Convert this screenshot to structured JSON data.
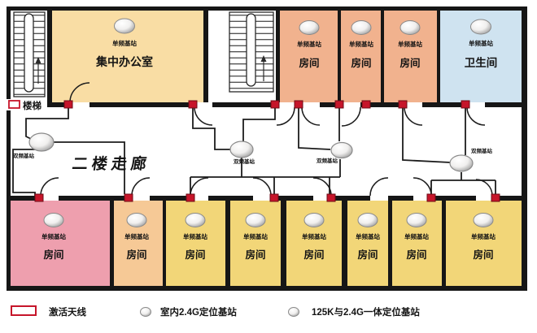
{
  "colors": {
    "wall": "#161616",
    "accent_red": "#c6152a",
    "office_fill": "#f9dda4",
    "orange_room_fill": "#f1b28e",
    "bathroom_fill": "#cfe3f0",
    "pink_room_fill": "#ee9fae",
    "tan_room_fill": "#f6c996",
    "yellow_room_fill": "#f2d678"
  },
  "plan": {
    "stairs_label": "楼梯",
    "corridor_label": "二楼走廊",
    "top_rooms": [
      {
        "name": "集中办公室",
        "station": "单频基站"
      },
      {
        "name": "房间",
        "station": "单频基站"
      },
      {
        "name": "房间",
        "station": "单频基站"
      },
      {
        "name": "房间",
        "station": "单频基站"
      },
      {
        "name": "卫生间",
        "station": "单频基站"
      }
    ],
    "bottom_rooms": [
      {
        "name": "房间",
        "station": "单频基站"
      },
      {
        "name": "房间",
        "station": "单频基站"
      },
      {
        "name": "房间",
        "station": "单频基站"
      },
      {
        "name": "房间",
        "station": "单频基站"
      },
      {
        "name": "房间",
        "station": "单频基站"
      },
      {
        "name": "房间",
        "station": "单频基站"
      },
      {
        "name": "房间",
        "station": "单频基站"
      },
      {
        "name": "房间",
        "station": "单频基站"
      }
    ],
    "dual_stations": [
      "双频基站",
      "双频基站",
      "双频基站",
      "双频基站"
    ]
  },
  "legend": {
    "items": [
      {
        "label": "激活天线"
      },
      {
        "label": "室内2.4G定位基站"
      },
      {
        "label": "125K与2.4G一体定位基站"
      }
    ]
  }
}
